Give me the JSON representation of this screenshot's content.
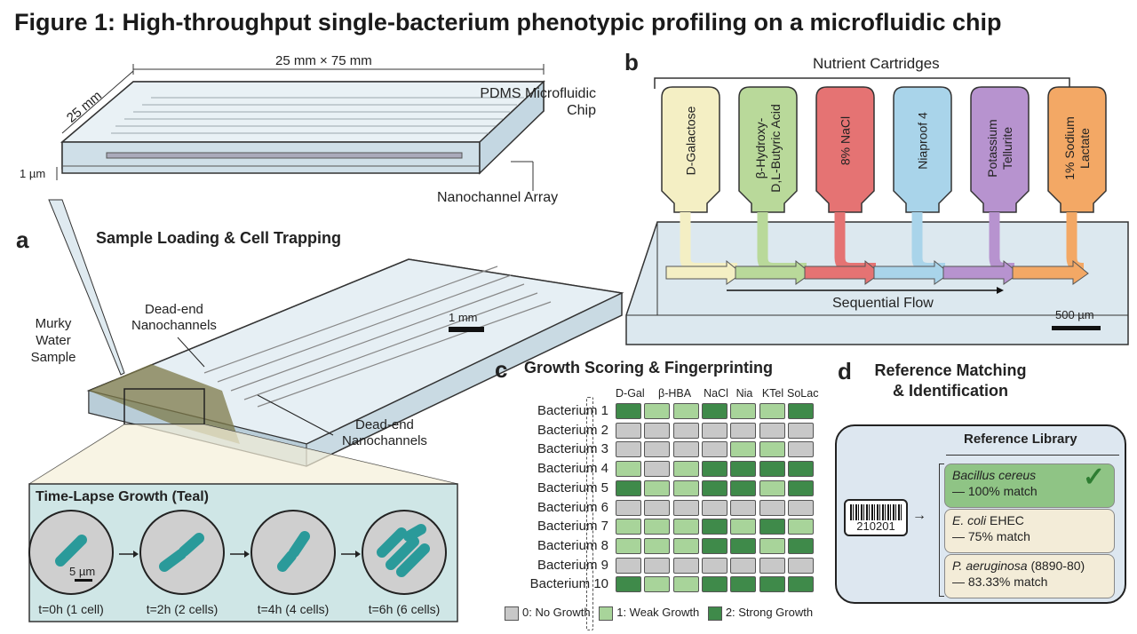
{
  "title": "Figure 1: High-throughput single-bacterium phenotypic profiling on a microfluidic chip",
  "chip": {
    "dimensions": "25 mm × 75 mm",
    "width_label": "25 mm",
    "material_label_line1": "PDMS Microfluidic",
    "material_label_line2": "Chip",
    "height_label": "1 µm",
    "array_label": "Nanochannel Array"
  },
  "panel_a": {
    "letter": "a",
    "title": "Sample Loading & Cell Trapping",
    "sample_label": [
      "Murky",
      "Water",
      "Sample"
    ],
    "channels_label_top": [
      "Dead-end",
      "Nanochannels"
    ],
    "channels_label_bottom": [
      "Dead-end",
      "Nanochannels"
    ],
    "scale": "1 mm",
    "inset_title": "Time-Lapse Growth (Teal)",
    "inset_scale": "5 µm",
    "timepoints": [
      "t=0h (1 cell)",
      "t=2h (2 cells)",
      "t=4h (4 cells)",
      "t=6h (6 cells)"
    ],
    "teal_color": "#2a9a9a"
  },
  "panel_b": {
    "letter": "b",
    "title": "Nutrient Cartridges",
    "cartridges": [
      {
        "label": "D-Galactose",
        "color": "#f4efc4"
      },
      {
        "label": "β-Hydroxy-\nD,L-Butyric Acid",
        "color": "#b9d99a"
      },
      {
        "label": "8% NaCl",
        "color": "#e57373"
      },
      {
        "label": "Niaproof 4",
        "color": "#a9d4ea"
      },
      {
        "label": "Potassium\nTellurite",
        "color": "#b793cf"
      },
      {
        "label": "1% Sodium\nLactate",
        "color": "#f3a865"
      }
    ],
    "flow_label": "Sequential Flow",
    "scale": "500 µm"
  },
  "panel_c": {
    "letter": "c",
    "title": "Growth Scoring & Fingerprinting",
    "chart_data": {
      "type": "heatmap",
      "columns": [
        "D-Gal",
        "β-HBA",
        "NaCl",
        "Nia",
        "KTel",
        "SoLac"
      ],
      "rows": [
        "Bacterium 1",
        "Bacterium 2",
        "Bacterium 3",
        "Bacterium 4",
        "Bacterium 5",
        "Bacterium 6",
        "Bacterium 7",
        "Bacterium 8",
        "Bacterium 9",
        "Bacterium 10"
      ],
      "values": [
        [
          2,
          1,
          1,
          2,
          1,
          1,
          2
        ],
        [
          0,
          0,
          0,
          0,
          0,
          0,
          0
        ],
        [
          0,
          0,
          0,
          0,
          1,
          1,
          0
        ],
        [
          1,
          0,
          1,
          2,
          2,
          2,
          2
        ],
        [
          2,
          1,
          1,
          2,
          2,
          1,
          2
        ],
        [
          0,
          0,
          0,
          0,
          0,
          0,
          0
        ],
        [
          1,
          1,
          1,
          2,
          1,
          2,
          1
        ],
        [
          1,
          1,
          1,
          2,
          2,
          1,
          2
        ],
        [
          0,
          0,
          0,
          0,
          0,
          0,
          0
        ],
        [
          2,
          1,
          1,
          2,
          2,
          2,
          2
        ]
      ],
      "legend": [
        {
          "label": "0: No Growth",
          "color": "#c8c8c8"
        },
        {
          "label": "1: Weak Growth",
          "color": "#a8d49a"
        },
        {
          "label": "2: Strong Growth",
          "color": "#3f8a4a"
        }
      ]
    }
  },
  "panel_d": {
    "letter": "d",
    "title_line1": "Reference Matching",
    "title_line2": "& Identification",
    "library_title": "Reference Library",
    "barcode": "210201",
    "matches": [
      {
        "species": "Bacillus cereus",
        "extra": "",
        "match": "— 100% match",
        "best": true
      },
      {
        "species": "E. coli",
        "extra": " EHEC",
        "match": "— 75% match",
        "best": false
      },
      {
        "species": "P. aeruginosa",
        "extra": " (8890-80)",
        "match": "— 83.33% match",
        "best": false
      }
    ]
  }
}
